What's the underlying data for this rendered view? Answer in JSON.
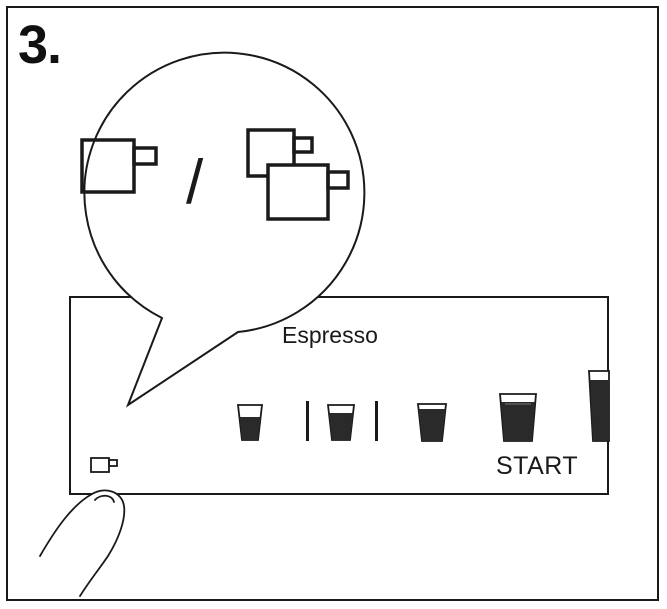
{
  "step": {
    "number": "3."
  },
  "panel": {
    "program_label": "Espresso",
    "start_label": "START"
  },
  "callout": {
    "separator": "/",
    "icons": [
      "single-cup-icon",
      "double-cup-icon"
    ]
  },
  "icons": {
    "panel_cup": "cup-button-icon",
    "strength_levels": [
      "cup-size-1-icon",
      "cup-size-2-icon",
      "cup-size-3-icon",
      "cup-size-4-icon",
      "cup-size-5-icon"
    ]
  },
  "colors": {
    "line": "#1a1a1a",
    "coffee": "#2a2a2a",
    "background": "#ffffff"
  }
}
